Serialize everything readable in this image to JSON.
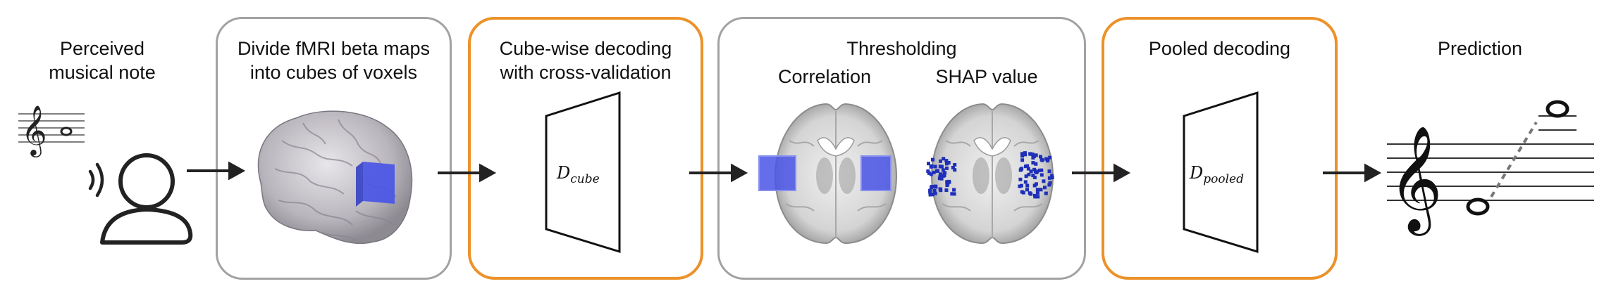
{
  "stages": [
    {
      "id": "perceived",
      "title_lines": [
        "Perceived",
        "musical note"
      ],
      "style": "none"
    },
    {
      "id": "divide",
      "title_lines": [
        "Divide fMRI beta maps",
        "into cubes of voxels"
      ],
      "style": "gray"
    },
    {
      "id": "cube_decoding",
      "title_lines": [
        "Cube-wise decoding",
        "with cross-validation"
      ],
      "style": "orange",
      "decoder_main": "D",
      "decoder_sub": "cube"
    },
    {
      "id": "thresholding",
      "title_lines": [
        "Thresholding"
      ],
      "style": "gray",
      "sub_labels": [
        "Correlation",
        "SHAP value"
      ]
    },
    {
      "id": "pooled",
      "title_lines": [
        "Pooled decoding"
      ],
      "style": "orange",
      "decoder_main": "D",
      "decoder_sub": "pooled"
    },
    {
      "id": "prediction",
      "title_lines": [
        "Prediction"
      ],
      "style": "none"
    }
  ],
  "colors": {
    "gray_border": "#a2a2a2",
    "orange_border": "#ec922a",
    "voxel_cube": "#4a55e6",
    "shap_dots": "#1f2fb8",
    "arrow": "#222222"
  },
  "icons": [
    "treble-clef-icon",
    "whole-note-icon",
    "sound-waves-icon",
    "person-icon",
    "brain-3d-icon",
    "brain-slice-icon",
    "decoder-trapezoid-icon",
    "music-staff-icon"
  ]
}
